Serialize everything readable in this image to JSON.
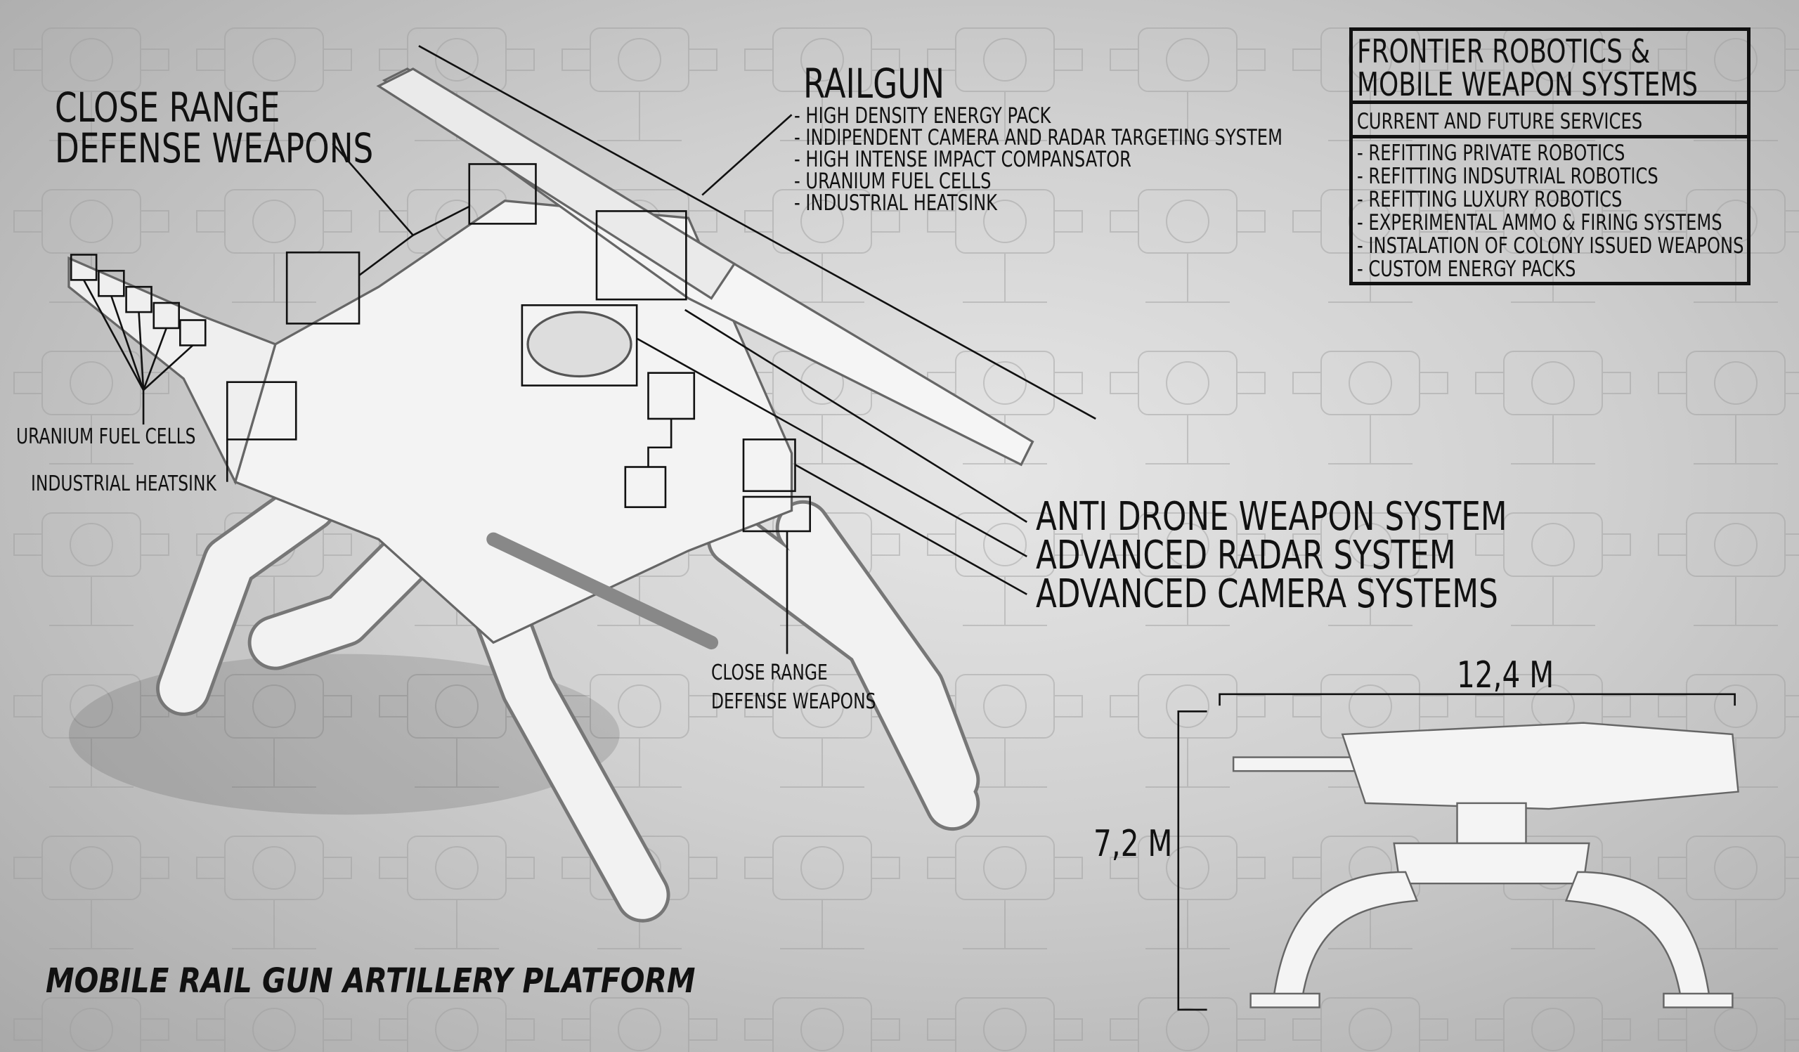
{
  "labels": {
    "close_range_top": [
      "CLOSE RANGE",
      "DEFENSE WEAPONS"
    ],
    "railgun": {
      "title": "RAILGUN",
      "items": [
        "- HIGH DENSITY ENERGY PACK",
        "- INDIPENDENT CAMERA AND RADAR TARGETING SYSTEM",
        "- HIGH INTENSE IMPACT COMPANSATOR",
        "- URANIUM FUEL CELLS",
        "- INDUSTRIAL HEATSINK"
      ]
    },
    "systems": [
      "ANTI DRONE WEAPON SYSTEM",
      "ADVANCED RADAR SYSTEM",
      "ADVANCED CAMERA SYSTEMS"
    ],
    "uranium": "URANIUM FUEL CELLS",
    "heatsink": "INDUSTRIAL HEATSINK",
    "close_range_bottom": [
      "CLOSE RANGE",
      "DEFENSE WEAPONS"
    ],
    "width_dim": "12,4 M",
    "height_dim": "7,2 M",
    "main_title": "MOBILE RAIL GUN ARTILLERY PLATFORM"
  },
  "info_box": {
    "title": [
      "FRONTIER ROBOTICS &",
      "MOBILE WEAPON SYSTEMS"
    ],
    "subtitle": "CURRENT AND FUTURE SERVICES",
    "services": [
      "- REFITTING PRIVATE ROBOTICS",
      "- REFITTING INDSUTRIAL ROBOTICS",
      "- REFITTING LUXURY ROBOTICS",
      "- EXPERIMENTAL AMMO & FIRING SYSTEMS",
      "- INSTALATION OF COLONY ISSUED WEAPONS",
      "- CUSTOM ENERGY PACKS"
    ]
  }
}
